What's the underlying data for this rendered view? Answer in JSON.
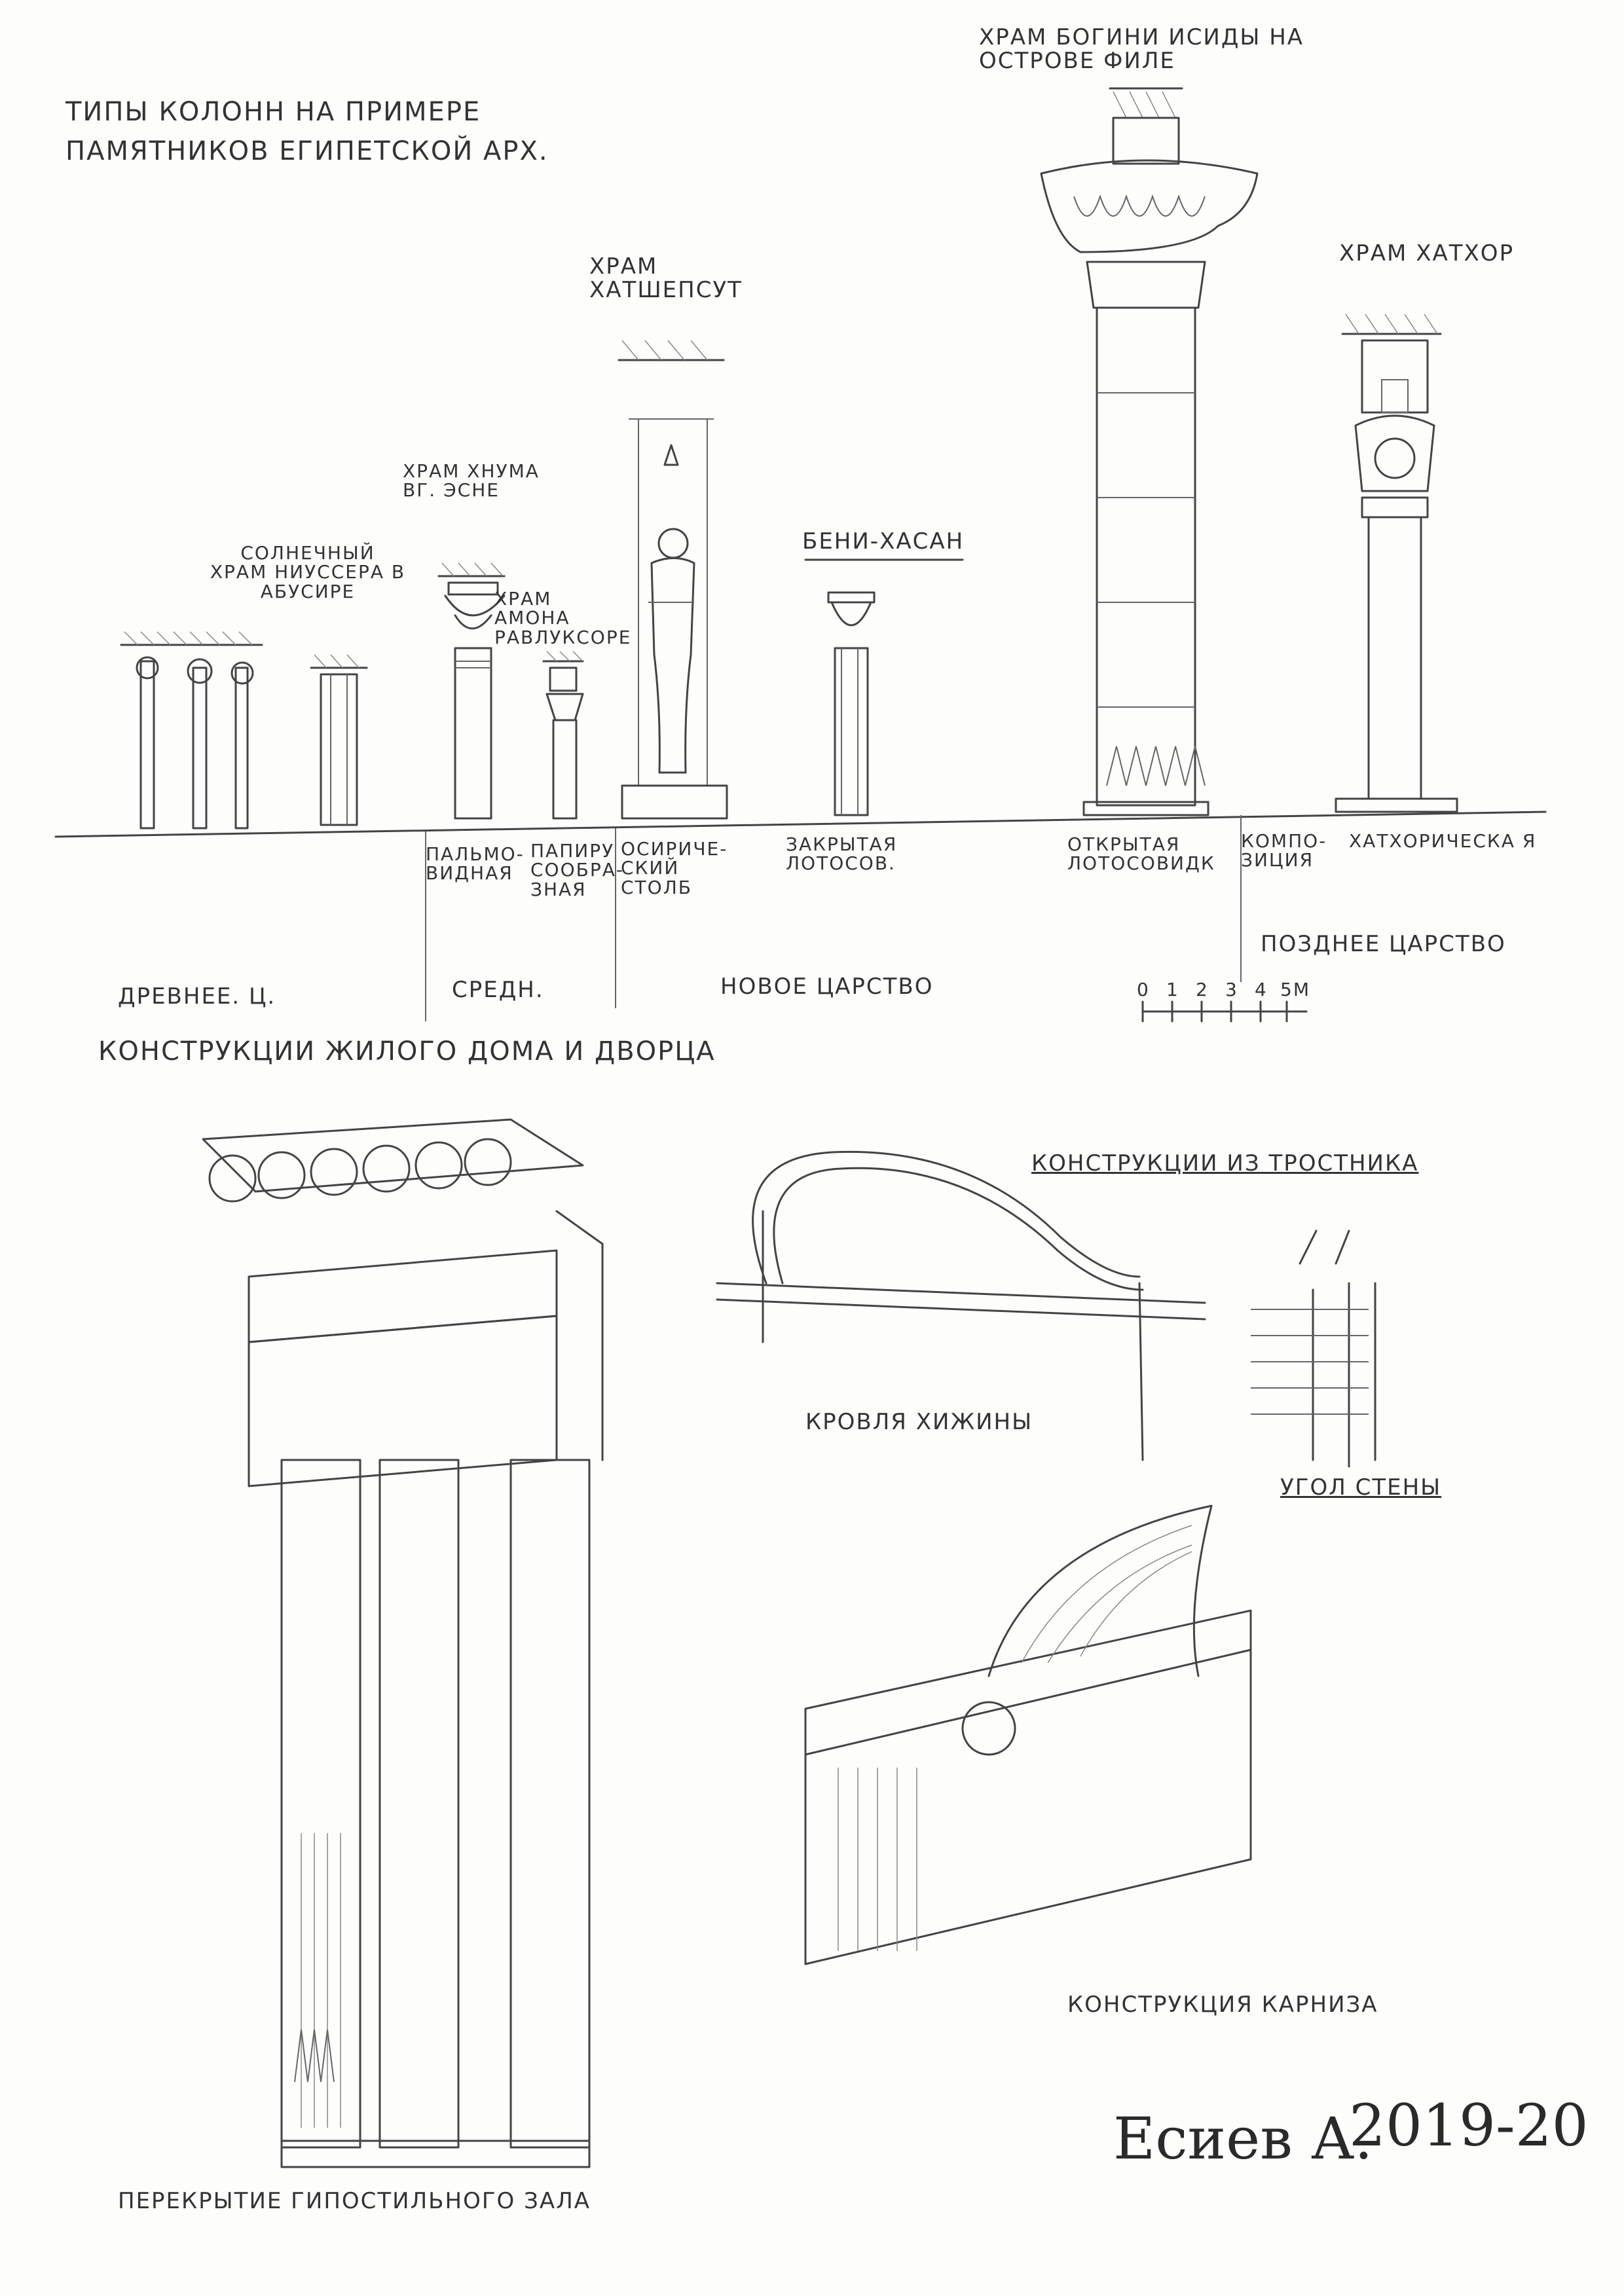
{
  "header": {
    "title_line1": "Типы колонн на примере",
    "title_line2": "памятников египетской арх."
  },
  "columns": [
    {
      "id": "c1",
      "caption": "",
      "type_label": ""
    },
    {
      "id": "c2",
      "caption": "Солнечный храм Ниуссера в Абусире",
      "type_label": ""
    },
    {
      "id": "c3",
      "caption": "Храм Хнума вг. Эсне",
      "type_label": "Пальмо-видная"
    },
    {
      "id": "c4",
      "caption": "Храм Амона равлуксоре",
      "type_label": "Папиру сообра-зная"
    },
    {
      "id": "c5",
      "caption": "Храм Хатшепсут",
      "type_label": "Осириче-ский столб"
    },
    {
      "id": "c6",
      "caption": "Бени-Хасан",
      "type_label": "Закрытая лотосов."
    },
    {
      "id": "c7",
      "caption": "Храм богини Исиды на острове Филе",
      "type_label": "Открытая лотосовидк"
    },
    {
      "id": "c8",
      "caption": "Храм Хатхор",
      "type_label": "Хатхорическа я"
    },
    {
      "id": "c9",
      "caption": "",
      "type_label": "Компо-зиция"
    }
  ],
  "eras": {
    "ancient": "Древнее. ц.",
    "middle": "Средн.",
    "new": "Новое царство",
    "late": "Позднее царство"
  },
  "scale": {
    "ticks": [
      "0",
      "1",
      "2",
      "3",
      "4",
      "5м"
    ]
  },
  "section2": {
    "title": "Конструкции жилого дома и дворца",
    "reed_title": "Конструкции из тростника",
    "roof_label": "Кровля хижины",
    "corner_label": "угол стены",
    "cornice_label": "Конструкция карниза",
    "hypostyle_label": "Перекрытие гипостильного зала"
  },
  "signature": {
    "name": "Есиев А.",
    "year": "2019-20"
  }
}
